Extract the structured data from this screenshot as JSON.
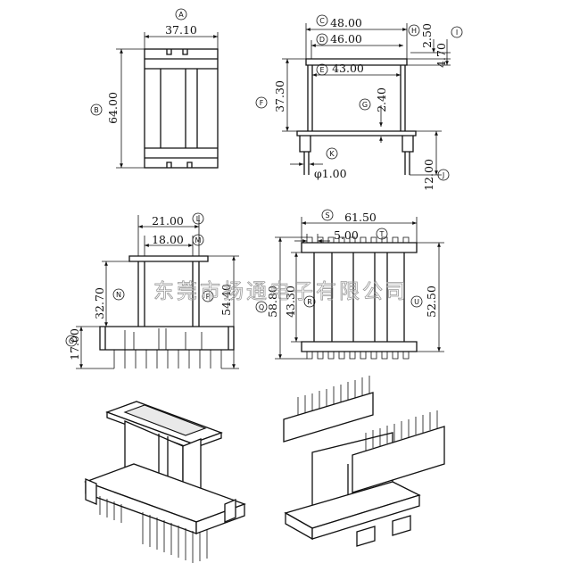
{
  "watermark": "东莞市扬通电子有限公司",
  "views": {
    "top": {
      "width_label": "A",
      "width": "37.10",
      "height_label": "B",
      "height": "64.00"
    },
    "side": {
      "c_label": "C",
      "c": "48.00",
      "d_label": "D",
      "d": "46.00",
      "e_label": "E",
      "e": "43.00",
      "f_label": "F",
      "f": "37.30",
      "g_label": "G",
      "g": "2.40",
      "h_label": "H",
      "h": "2.50",
      "i_label": "I",
      "i": "4.70",
      "j_label": "J",
      "j": "12.00",
      "k_label": "K",
      "k": "φ1.00"
    },
    "front": {
      "l_label": "L",
      "l": "21.00",
      "m_label": "M",
      "m": "18.00",
      "n_label": "N",
      "n": "32.70",
      "o_label": "O",
      "o": "17.00",
      "p_label": "P",
      "p": "54.40"
    },
    "pins": {
      "s_label": "S",
      "s": "61.50",
      "t_label": "T",
      "t": "5.00",
      "q_label": "Q",
      "q": "58.80",
      "r_label": "R",
      "r": "43.30",
      "u_label": "U",
      "u": "52.50"
    }
  }
}
